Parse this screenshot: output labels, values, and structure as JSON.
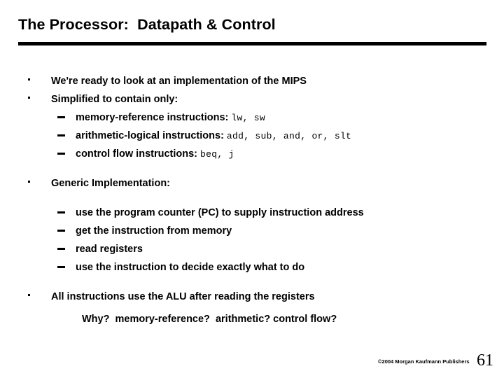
{
  "slide": {
    "title": "The Processor:  Datapath & Control",
    "accent_color": "#000000",
    "background_color": "#ffffff",
    "text_color": "#000000",
    "bullets": {
      "b1": "We're ready to look at an implementation of the MIPS",
      "b2": "Simplified to contain only:",
      "s1_label": "memory-reference instructions: ",
      "s1_code": "lw, sw",
      "s2_label": "arithmetic-logical instructions: ",
      "s2_code": "add, sub, and, or, slt",
      "s3_label": "control flow instructions: ",
      "s3_code": "beq, j",
      "b3": "Generic Implementation:",
      "g1": "use the program counter (PC) to supply instruction address",
      "g2": "get the instruction from memory",
      "g3": "read registers",
      "g4": "use the instruction to decide exactly what to do",
      "b4": "All instructions use the ALU after reading the registers",
      "why": "Why?  memory-reference?  arithmetic? control flow?"
    }
  },
  "footer": {
    "copyright": "©2004 Morgan Kaufmann Publishers",
    "page_number": "61"
  }
}
